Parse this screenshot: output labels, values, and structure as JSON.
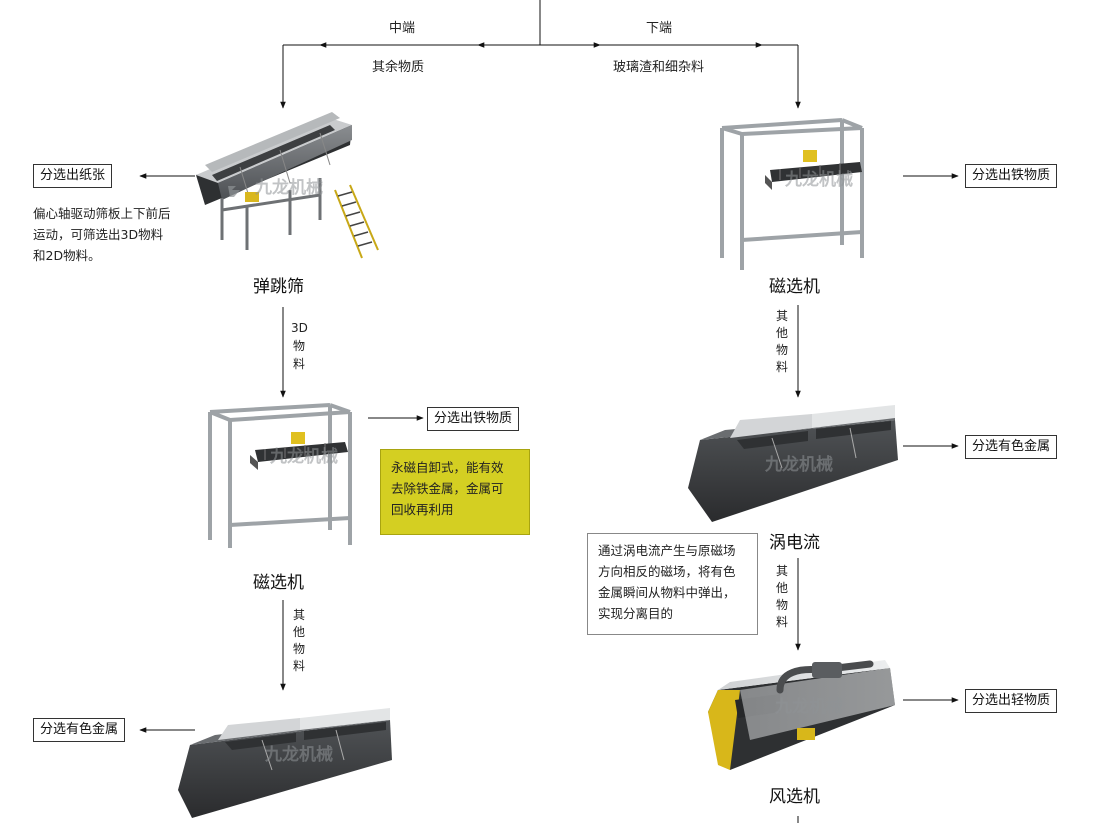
{
  "branches": {
    "middle": "中端",
    "middle_material": "其余物质",
    "lower": "下端",
    "lower_material": "玻璃渣和细杂料"
  },
  "machines": {
    "bounce_screen": "弹跳筛",
    "magnet_left": "磁选机",
    "magnet_right": "磁选机",
    "eddy_current": "涡电流",
    "air_separator": "风选机"
  },
  "outputs": {
    "paper": "分选出纸张",
    "iron_left": "分选出铁物质",
    "nonferrous_left": "分选有色金属",
    "iron_right": "分选出铁物质",
    "nonferrous_right": "分选有色金属",
    "light_right": "分选出轻物质"
  },
  "flow_labels": {
    "three_d_material": [
      "3D",
      "物",
      "料"
    ],
    "other_material": [
      "其",
      "他",
      "物",
      "料"
    ]
  },
  "notes": {
    "bounce_screen": [
      "偏心轴驱动筛板上下前后",
      "运动，可筛选出3D物料",
      "和2D物料。"
    ],
    "magnet": [
      "永磁自卸式，能有效",
      "去除铁金属，金属可",
      "回收再利用"
    ],
    "eddy_current": [
      "通过涡电流产生与原磁场",
      "方向相反的磁场，将有色",
      "金属瞬间从物料中弹出，",
      "实现分离目的"
    ]
  },
  "watermark": "九龙机械",
  "colors": {
    "note_yellow": "#d4cf22",
    "machine_dark": "#3a3a3a",
    "machine_frame": "#b8bcc0",
    "accent_yellow": "#e0c020"
  }
}
